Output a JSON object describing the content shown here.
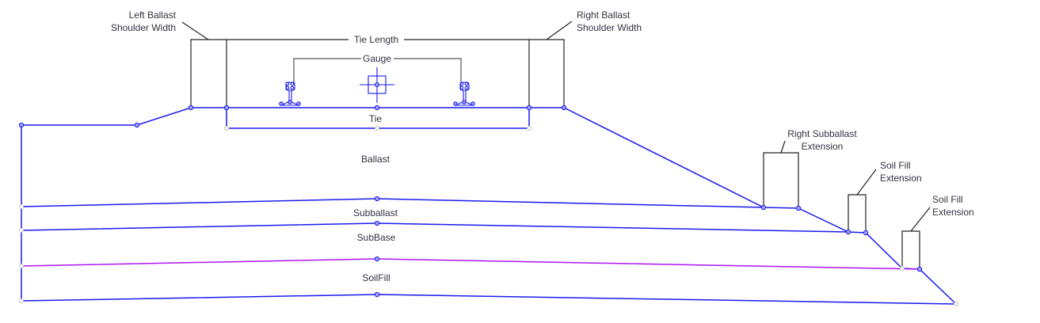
{
  "diagram": {
    "title": "Track Section Assembly",
    "dimension_labels": {
      "left_ballast_shoulder_width": [
        "Left Ballast",
        "Shoulder Width"
      ],
      "right_ballast_shoulder_width": [
        "Right Ballast",
        "Shoulder Width"
      ],
      "tie_length": "Tie Length",
      "gauge": "Gauge",
      "right_subballast_extension": [
        "Right Subballast",
        "Extension"
      ],
      "soil_fill_extension_1": [
        "Soil Fill",
        "Extension"
      ],
      "soil_fill_extension_2": [
        "Soil Fill",
        "Extension"
      ]
    },
    "layer_labels": {
      "tie": "Tie",
      "ballast": "Ballast",
      "subballast": "Subballast",
      "subbase": "SubBase",
      "soilfill": "SoilFill"
    },
    "colors": {
      "surface_line": "#1a1aee",
      "soilfill_top_line": "#b015f0",
      "dimension_line": "#222222",
      "label_text": "#333344"
    }
  }
}
